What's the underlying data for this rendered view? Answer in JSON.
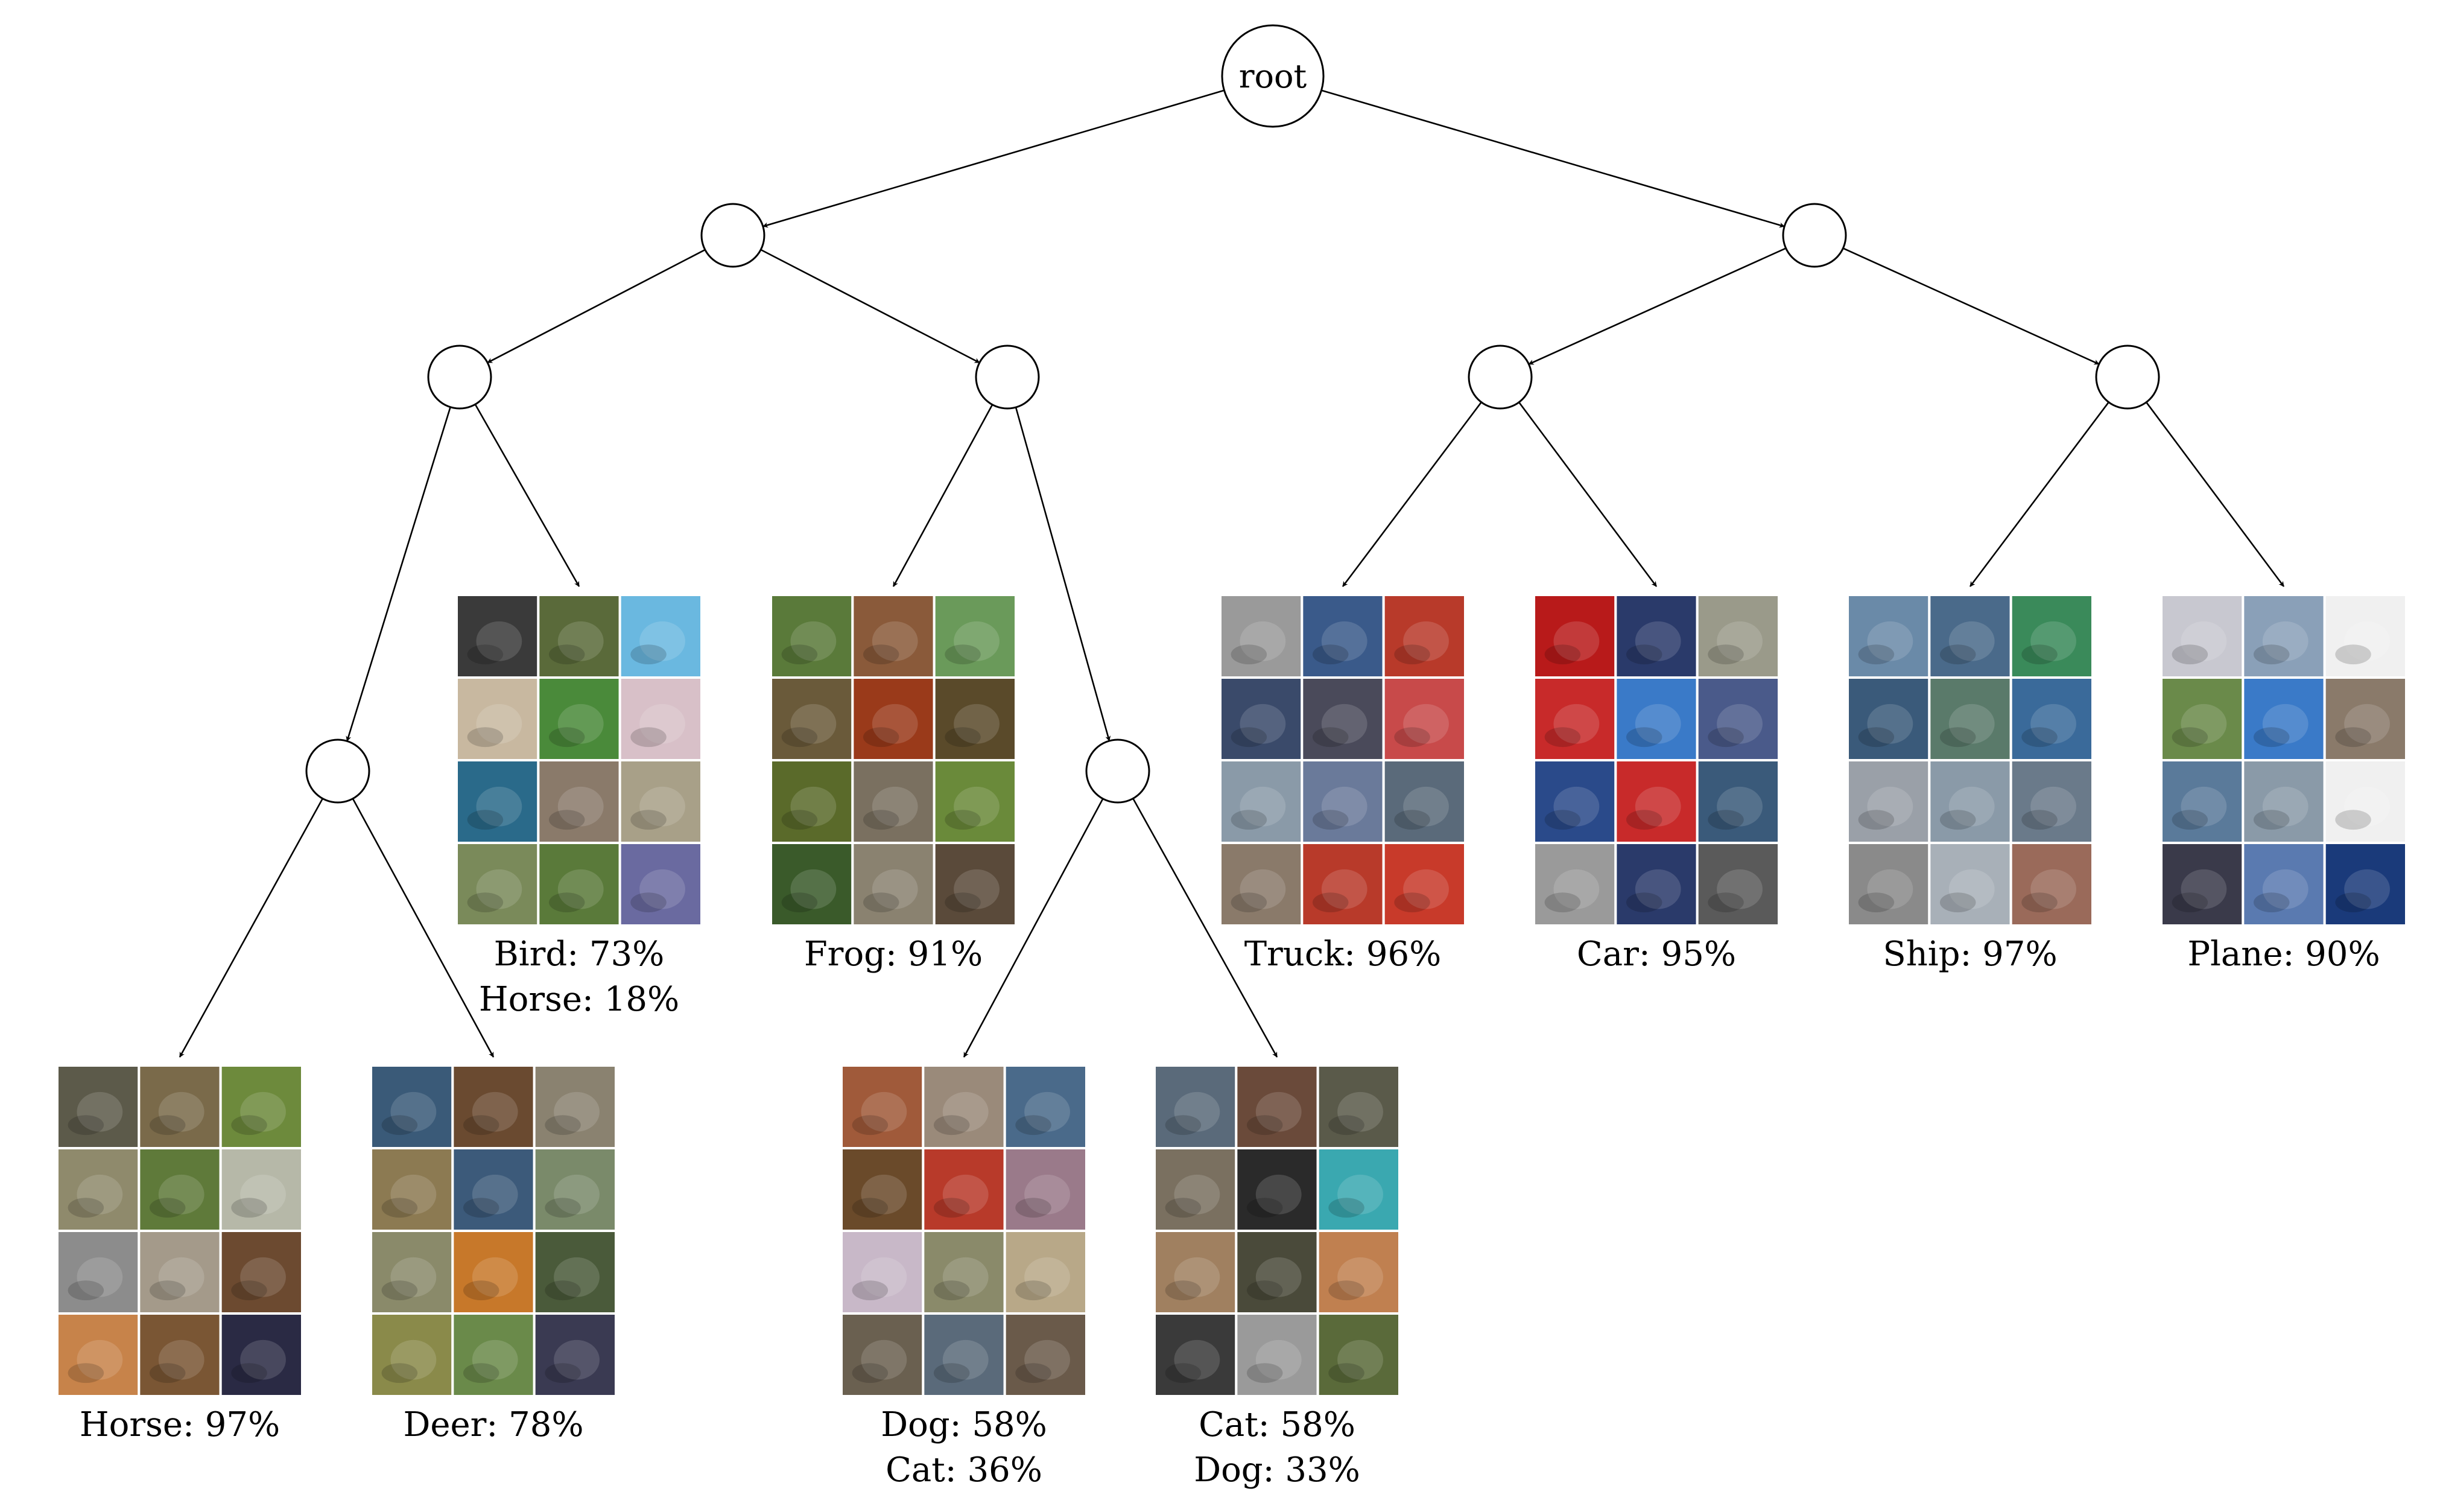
{
  "root_label": "root",
  "leaves": [
    {
      "id": "horse",
      "lines": [
        "Horse: 97%"
      ],
      "colors": [
        "#5c5a4a",
        "#7a6a4a",
        "#6d8a3c",
        "#8f8a6c",
        "#5f7a3a",
        "#b6b8a8",
        "#8c8c8c",
        "#a49a8a",
        "#6c4a30",
        "#c7834a",
        "#7a5634",
        "#2a2a44"
      ]
    },
    {
      "id": "deer",
      "lines": [
        "Deer: 78%"
      ],
      "colors": [
        "#3a5a78",
        "#6a4a30",
        "#8a8270",
        "#8c7a52",
        "#3c5a7a",
        "#7a8a6a",
        "#8a8a6a",
        "#c7782a",
        "#4a5a3a",
        "#8a8a4a",
        "#6a8a4a",
        "#3a3a52"
      ]
    },
    {
      "id": "bird-horse",
      "lines": [
        "Bird: 73%",
        "Horse: 18%"
      ],
      "colors": [
        "#3a3a3a",
        "#5a6a3a",
        "#6ab8e0",
        "#c8b8a0",
        "#4a8a3a",
        "#d8c0c8",
        "#2a6a8a",
        "#8a7a6a",
        "#a8a088",
        "#7a8a5a",
        "#5a7a3a",
        "#6a6aa0"
      ]
    },
    {
      "id": "frog",
      "lines": [
        "Frog: 91%"
      ],
      "colors": [
        "#5a7a3a",
        "#8a5a3a",
        "#6a9a5a",
        "#6a5a3a",
        "#9a3a1a",
        "#5a4a2a",
        "#5a6a2a",
        "#7a7060",
        "#6a8a3a",
        "#3a5a2a",
        "#8a8270",
        "#5a4a3a"
      ]
    },
    {
      "id": "dog-cat",
      "lines": [
        "Dog: 58%",
        "Cat: 36%"
      ],
      "colors": [
        "#a05a3a",
        "#9a8a7a",
        "#4a6a8a",
        "#6a4a2a",
        "#b83a2a",
        "#9a7a8a",
        "#c8b8c8",
        "#8a8a6a",
        "#b8a888",
        "#6a6050",
        "#5a6a7a",
        "#6a5a4a"
      ]
    },
    {
      "id": "cat-dog",
      "lines": [
        "Cat: 58%",
        "Dog: 33%"
      ],
      "colors": [
        "#5a6a7a",
        "#6a4a3a",
        "#5a5a4a",
        "#7a7060",
        "#2a2a2a",
        "#3aa8b0",
        "#a08060",
        "#4a4a3a",
        "#c08050",
        "#3a3a3a",
        "#9a9a9a",
        "#5a6a3a"
      ]
    },
    {
      "id": "truck",
      "lines": [
        "Truck: 96%"
      ],
      "colors": [
        "#9a9a9a",
        "#3a5a8a",
        "#b83a2a",
        "#3a4a6a",
        "#4a4a5a",
        "#c84a4a",
        "#8a9aa8",
        "#6a7a9a",
        "#5a6a7a",
        "#8a7a6a",
        "#b83a2a",
        "#c83a2a"
      ]
    },
    {
      "id": "car",
      "lines": [
        "Car: 95%"
      ],
      "colors": [
        "#b81a1a",
        "#2a3a6a",
        "#9a9a8a",
        "#c82a2a",
        "#3a7ac8",
        "#4a5a8a",
        "#2a4a8a",
        "#c82a2a",
        "#3a5a7a",
        "#9a9a9a",
        "#2a3a6a",
        "#5a5a5a"
      ]
    },
    {
      "id": "ship",
      "lines": [
        "Ship: 97%"
      ],
      "colors": [
        "#6a8aa8",
        "#4a6a8a",
        "#3a8a5a",
        "#3a5a7a",
        "#5a7a6a",
        "#3a6a9a",
        "#9aa0a8",
        "#8a9aa8",
        "#6a7a8a",
        "#8a8a8a",
        "#a8b0b8",
        "#9a6a5a"
      ]
    },
    {
      "id": "plane",
      "lines": [
        "Plane: 90%"
      ],
      "colors": [
        "#c8c8d0",
        "#8aa0b8",
        "#f0f0f0",
        "#6a8a4a",
        "#3a7ac8",
        "#8a7a6a",
        "#5a7a9a",
        "#8a9aa8",
        "#f0f0f0",
        "#3a3a4a",
        "#5a7ab0",
        "#1a3a7a"
      ]
    }
  ]
}
